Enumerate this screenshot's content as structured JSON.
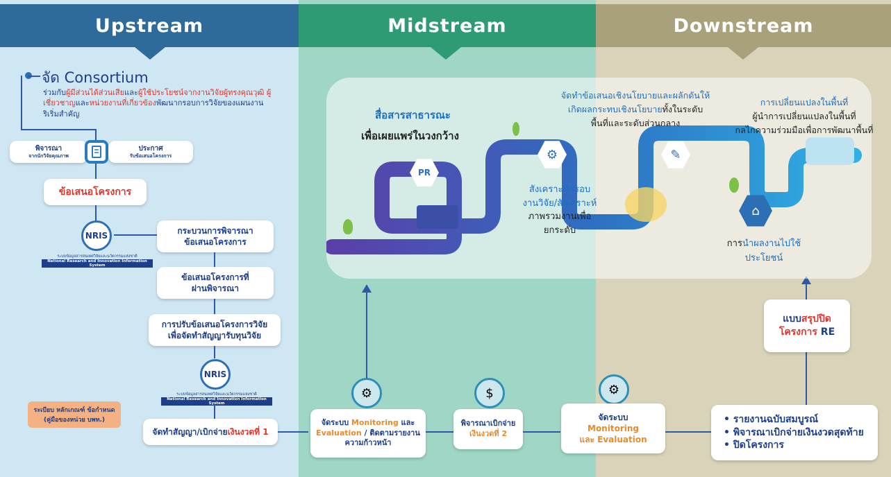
{
  "headers": {
    "upstream": "Upstream",
    "midstream": "Midstream",
    "downstream": "Downstream"
  },
  "consortium": {
    "title": "จัด Consortium",
    "desc_parts": [
      "ร่วมกับ",
      "ผู้มีส่วนได้ส่วนเสีย",
      "และ",
      "ผู้ใช้ประโยชน์จากงานวิจัยผู้ทรงคุณวุฒิ ผู้เชี่ยวชาญ",
      "และ",
      "หน่วยงานที่เกี่ยวข้อง",
      "พัฒนากรอบการวิจัยของแผนงานริเริ่มสำคัญ"
    ]
  },
  "upstream": {
    "consider_title": "พิจารณา",
    "consider_sub": "จากนักวิจัยคุณภาพ",
    "announce_title": "ประกาศ",
    "announce_sub": "รับข้อเสนอโครงการ",
    "proposal": "ข้อเสนอโครงการ",
    "nriis_name": "ระบบข้อมูลสารสนเทศวิจัยและนวัตกรรมแห่งชาติ",
    "nriis_en": "National Research and Innovation Information System",
    "process_l1": "กระบวนการพิจารณา",
    "process_l2": "ข้อเสนอโครงการ",
    "passed_l1": "ข้อเสนอโครงการที่",
    "passed_l2": "ผ่านพิจารณา",
    "revise_l1": "การปรับข้อเสนอโครงการวิจัย",
    "revise_l2": "เพื่อจัดทำสัญญารับทุนวิจัย",
    "rules_l1": "ระเบียบ หลักเกณฑ์ ข้อกำหนด",
    "rules_l2": "(คู่มือของหน่วย บพท.)",
    "contract_pre": "จัดทำสัญญา/เบิกจ่าย",
    "contract_red": "เงินงวดที่ 1"
  },
  "midstream": {
    "monitor_a": "จัดระบบ ",
    "monitor_b": "Monitoring",
    "monitor_c": " และ",
    "monitor_d": "Evaluation",
    "monitor_e": " / ติดตามรายงาน",
    "monitor_f": "ความก้าวหน้า",
    "pay2_l1": "พิจารณาเบิกจ่าย",
    "pay2_l2": "เงินงวดที่ 2"
  },
  "downstream": {
    "sys_l1": "จัดระบบ",
    "sys_l2": "Monitoring",
    "sys_l3": "และ Evaluation",
    "final_1": "รายงานฉบับสมบูรณ์",
    "final_2": "พิจารณาเบิกจ่ายเงินงวดสุดท้าย",
    "final_3": "ปิดโครงการ",
    "close_l1a": "แบบ",
    "close_l1b": "สรุปปิด",
    "close_l2a": "โครงการ",
    "close_l2b": " RE"
  },
  "journey": {
    "pr_l1": "สื่อสารสาธารณะ",
    "pr_l2": "เพื่อเผยแพร่ในวงกว้าง",
    "syn_l1": "สังเคราะห์กรอบ",
    "syn_l2": "งานวิจัย/สังเคราะห์",
    "syn_l3": "ภาพรวมงานเพื่อ",
    "syn_l4": "ยกระดับ",
    "pol_l1": "จัดทำข้อเสนอเชิงนโยบายและผลักดันให้",
    "pol_l2a": "เกิดผลกระทบเชิงนโยบาย",
    "pol_l2b": "ทั้งในระดับ",
    "pol_l3": "พื้นที่และระดับส่วนกลาง",
    "chg_l1": "การเปลี่ยนแปลงในพื้นที่",
    "chg_l2": "ผู้นำการเปลี่ยนแปลงในพื้นที่",
    "chg_l3": "กลไกความร่วมมือเพื่อการพัฒนาพื้นที่",
    "use_a": "การ",
    "use_b": "นำผลงานไปใช้",
    "use_c": "ประโยชน์",
    "pr_badge": "PR"
  },
  "icons": [
    "document-icon",
    "nriis-logo-icon",
    "monitoring-icon",
    "money-hand-icon",
    "pr-megaphone-icon",
    "analysis-icon",
    "policy-contract-icon",
    "home-up-icon"
  ],
  "colors": {
    "up": "#2f6b9a",
    "mid": "#2e9b74",
    "down": "#a9a07c",
    "accent_red": "#e0352b",
    "text_blue": "#1d3f8a"
  }
}
